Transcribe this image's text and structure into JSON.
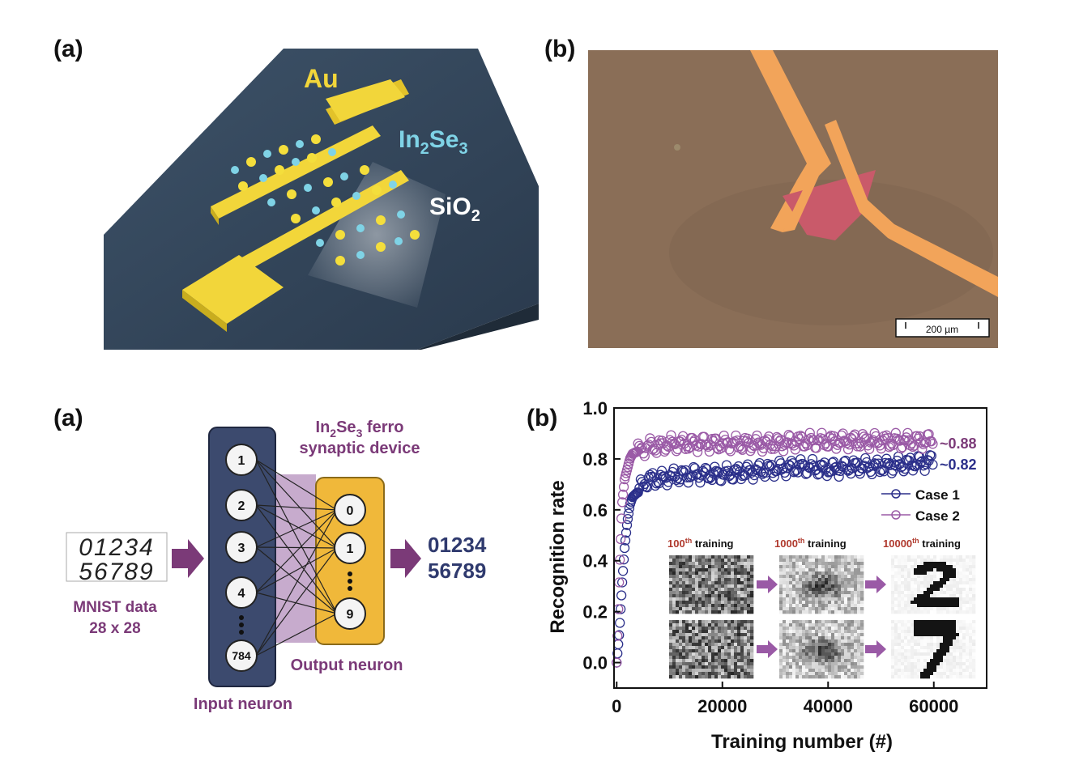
{
  "panels": {
    "top_left_label": "(a)",
    "top_right_label": "(b)",
    "bottom_left_label": "(a)",
    "bottom_right_label": "(b)"
  },
  "device": {
    "au_label": "Au",
    "in2se3_main": "In",
    "in2se3_sub1": "2",
    "in2se3_mid": "Se",
    "in2se3_sub2": "3",
    "sio2_main": "SiO",
    "sio2_sub": "2",
    "colors": {
      "substrate": "#2f4256",
      "electrode": "#f2d63a",
      "in_atom": "#7fd3e6",
      "se_atom": "#f4de3c"
    }
  },
  "micrograph": {
    "scale_bar_label": "200 µm",
    "colors": {
      "background": "#8a6e57",
      "electrode": "#f2a45a",
      "flake": "#c95a6a"
    }
  },
  "network": {
    "device_title_main": "In",
    "device_title_sub1": "2",
    "device_title_mid": "Se",
    "device_title_sub2": "3",
    "device_title_rest": " ferro",
    "device_title_line2": "synaptic device",
    "mnist_digits_row1": "01234",
    "mnist_digits_row2": "56789",
    "mnist_label_line1": "MNIST data",
    "mnist_label_line2": "28 x 28",
    "input_neurons": [
      "1",
      "2",
      "3",
      "4",
      "784"
    ],
    "output_neurons": [
      "0",
      "1",
      "9"
    ],
    "input_label": "Input neuron",
    "output_label": "Output neuron",
    "output_digits_row1": "01234",
    "output_digits_row2": "56789",
    "colors": {
      "input_box": "#3c4a6e",
      "output_box": "#f0b83a",
      "accent": "#7b3a78",
      "arrow": "#7b3a78",
      "output_text": "#2f3a6e"
    }
  },
  "chart_data": {
    "type": "scatter",
    "xlabel": "Training number (#)",
    "ylabel": "Recognition rate",
    "xlim": [
      -500,
      70000
    ],
    "ylim": [
      -0.1,
      1.0
    ],
    "xticks": [
      "0",
      "20000",
      "40000",
      "60000"
    ],
    "xtick_values": [
      0,
      20000,
      40000,
      60000
    ],
    "yticks": [
      "0.0",
      "0.2",
      "0.4",
      "0.6",
      "0.8",
      "1.0"
    ],
    "ytick_values": [
      0.0,
      0.2,
      0.4,
      0.6,
      0.8,
      1.0
    ],
    "series": [
      {
        "name": "Case 1",
        "color": "#2b2f8a",
        "final_label": "~0.82",
        "x": [
          0,
          500,
          1000,
          1500,
          2000,
          2500,
          3000,
          4000,
          5000,
          6000,
          8000,
          10000,
          15000,
          20000,
          25000,
          30000,
          35000,
          40000,
          45000,
          50000,
          55000,
          60000
        ],
        "y": [
          0.0,
          0.12,
          0.3,
          0.45,
          0.55,
          0.62,
          0.65,
          0.67,
          0.7,
          0.72,
          0.72,
          0.73,
          0.74,
          0.74,
          0.75,
          0.76,
          0.77,
          0.76,
          0.77,
          0.77,
          0.78,
          0.79
        ]
      },
      {
        "name": "Case 2",
        "color": "#9a5aa6",
        "final_label": "~0.88",
        "x": [
          0,
          500,
          1000,
          1500,
          2000,
          2500,
          3000,
          4000,
          5000,
          6000,
          8000,
          10000,
          15000,
          20000,
          25000,
          30000,
          35000,
          40000,
          45000,
          50000,
          55000,
          60000
        ],
        "y": [
          0.0,
          0.35,
          0.62,
          0.72,
          0.76,
          0.8,
          0.82,
          0.83,
          0.84,
          0.85,
          0.85,
          0.86,
          0.86,
          0.86,
          0.86,
          0.86,
          0.87,
          0.87,
          0.87,
          0.87,
          0.87,
          0.87
        ]
      }
    ],
    "legend": "right",
    "inset": {
      "labels": [
        {
          "num": "100",
          "sup": "th",
          "text": " training"
        },
        {
          "num": "1000",
          "sup": "th",
          "text": " training"
        },
        {
          "num": "10000",
          "sup": "th",
          "text": " training"
        }
      ],
      "label_color": "#b03a2e"
    }
  }
}
